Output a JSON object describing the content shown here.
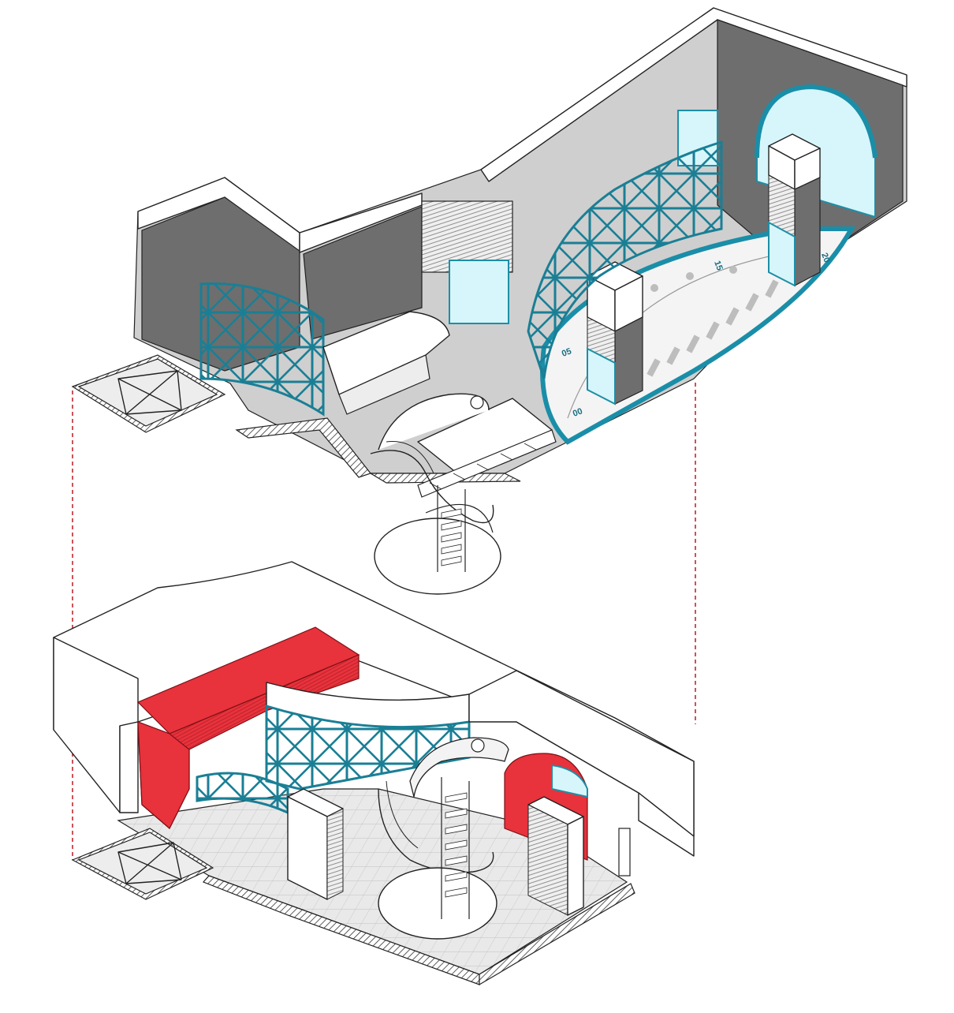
{
  "figure": {
    "upper_level": {
      "dial_labels": [
        "00",
        "05",
        "15",
        "20"
      ]
    },
    "lower_level": {},
    "colors": {
      "teal_frame": "#1a7f95",
      "glass": "#d6f6fb",
      "red_feature": "#e8323c",
      "dark_wall": "#6e6e6e",
      "floor_grey": "#cfcfcf",
      "connector_dashed": "#c2272d"
    }
  }
}
